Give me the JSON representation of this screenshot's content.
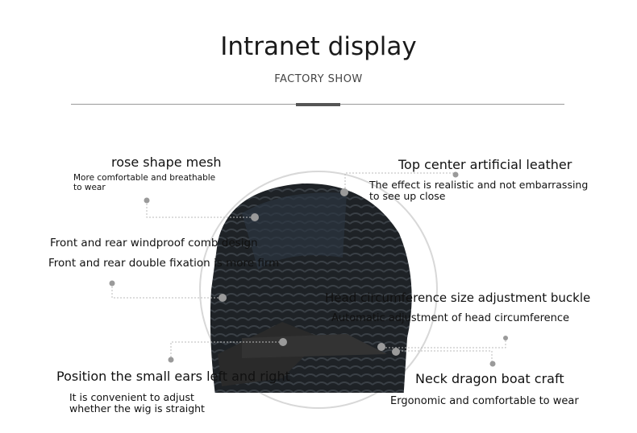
{
  "header": {
    "title": "Intranet display",
    "subtitle": "FACTORY SHOW"
  },
  "features": [
    {
      "title": "rose shape mesh",
      "desc": "More comfortable and breathable to wear",
      "desc_lines": [
        "More comfortable and breathable",
        "to wear"
      ]
    },
    {
      "title": "Top center artificial leather",
      "desc_lines": [
        "The effect is realistic and not embarrassing",
        "to see up close"
      ]
    },
    {
      "title": "Front and rear windproof comb design",
      "desc_lines": [
        "Front and rear double fixation is more firm"
      ]
    },
    {
      "title": "Head circumference size adjustment buckle",
      "desc_lines": [
        "Automatic adjustment of head circumference"
      ]
    },
    {
      "title": "Position the small ears left and right",
      "desc_lines": [
        "It is convenient to adjust",
        "whether the wig is straight"
      ]
    },
    {
      "title": "Neck dragon boat craft",
      "desc_lines": [
        "Ergonomic and comfortable to wear"
      ]
    }
  ],
  "colors": {
    "marker": "#9a9a9a",
    "wig": "#1e2226",
    "circle": "#d8d8d8"
  }
}
